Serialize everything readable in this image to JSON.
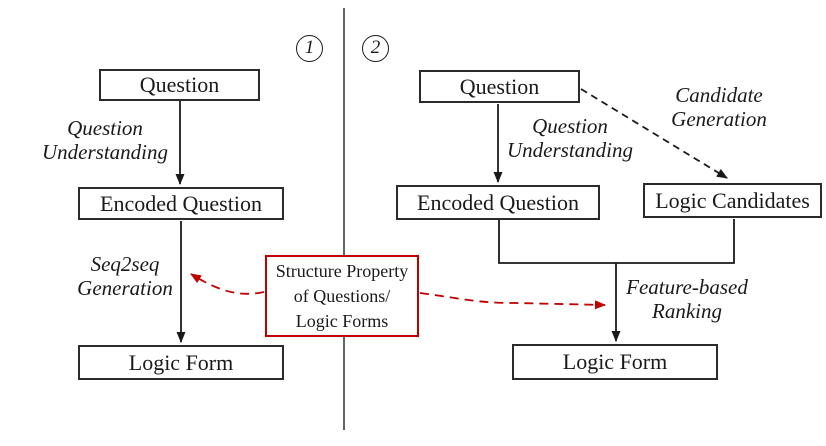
{
  "figure": {
    "panels": {
      "seq2seq": {
        "badge": "1",
        "question_box": "Question",
        "encoded_question_box": "Encoded Question",
        "logic_form_box": "Logic Form",
        "question_understanding_label": "Question\nUnderstanding",
        "seq2seq_generation_label": "Seq2seq\nGeneration"
      },
      "ranking": {
        "badge": "2",
        "question_box": "Question",
        "encoded_question_box": "Encoded Question",
        "logic_candidates_box": "Logic Candidates",
        "logic_form_box": "Logic Form",
        "question_understanding_label": "Question\nUnderstanding",
        "candidate_generation_label": "Candidate\nGeneration",
        "feature_based_ranking_label": "Feature-based\nRanking"
      }
    },
    "shared_note": "Structure Property\nof Questions/\nLogic Forms",
    "colors": {
      "note_accent": "#c00000",
      "line_color": "#1a1a1a",
      "divider_color": "#3c3c3c"
    }
  }
}
